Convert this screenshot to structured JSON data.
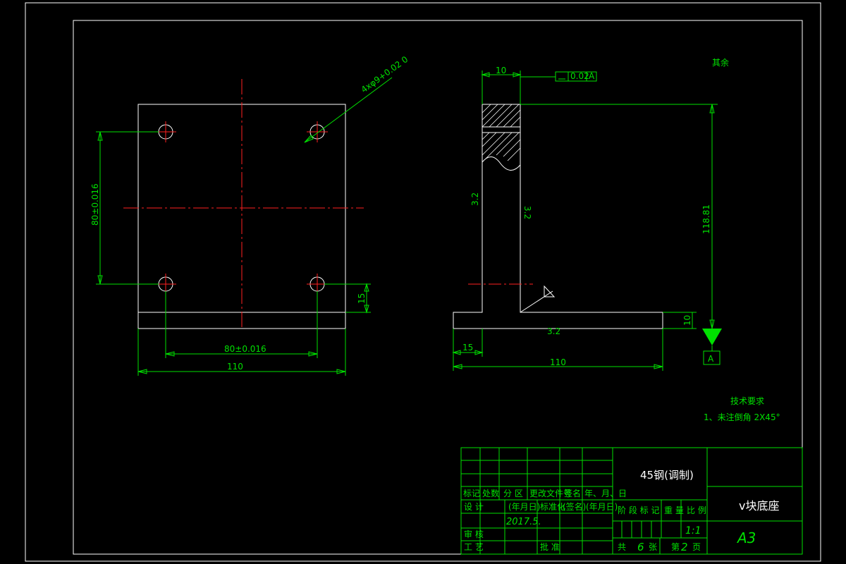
{
  "front_view": {
    "hole_callout": "4xφ9+0.02 0",
    "dim_vertical_hole_spacing": "80±0.016",
    "dim_horizontal_hole_spacing": "80±0.016",
    "dim_width": "110",
    "dim_edge_offset": "15"
  },
  "side_view": {
    "dim_thickness": "10",
    "flatness_tolerance": "0.02",
    "datum_ref": "A",
    "dim_height": "118.81",
    "dim_base_thickness": "10",
    "dim_length": "110",
    "dim_edge_offset": "15",
    "datum_label": "A",
    "roughness_other": "其余",
    "roughness_marks": [
      "3.2",
      "3.2",
      "3.2"
    ]
  },
  "tech_requirements": {
    "title": "技术要求",
    "item1": "1、未注倒角 2X45°"
  },
  "title_block": {
    "material": "45钢(调制)",
    "part_name": "v块底座",
    "sheet_size": "A3",
    "col_labels": [
      "标记",
      "处数",
      "分 区",
      "更改文件号",
      "签名",
      "年、月、日"
    ],
    "row_design": "设 计",
    "row_date1": "(年月日)",
    "row_standard": "标准化",
    "row_sign": "(签名)",
    "row_date2": "(年月日)",
    "design_date": "2017.5.",
    "row_review": "审 核",
    "row_process": "工 艺",
    "row_approve": "批 准",
    "stage_labels": [
      "阶 段 标 记",
      "重 量",
      "比 例"
    ],
    "scale": "1:1",
    "total_sheets_pre": "共",
    "total_sheets": "6",
    "total_sheets_post": "张",
    "sheet_no_pre": "第",
    "sheet_no": "2",
    "sheet_no_post": "页"
  }
}
